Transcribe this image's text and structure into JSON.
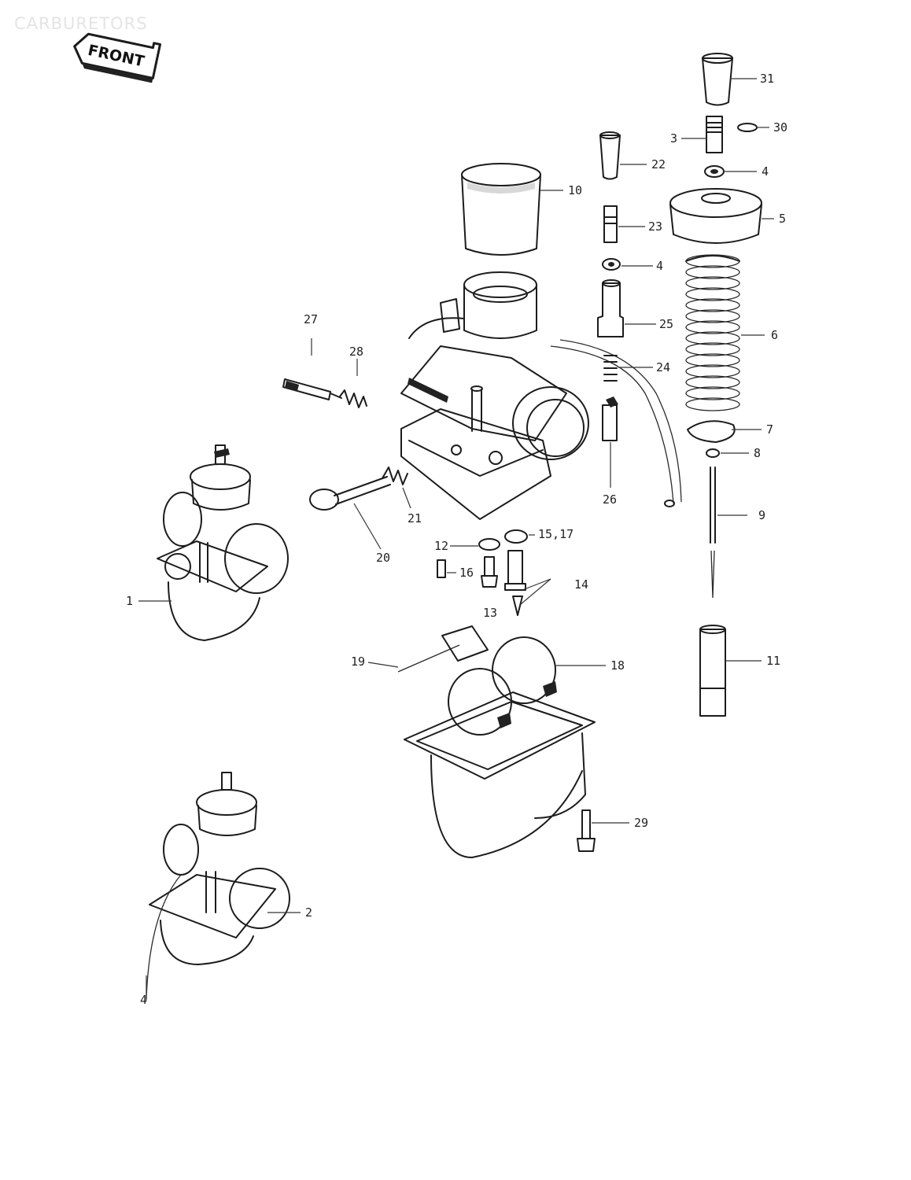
{
  "page": {
    "title": "CARBURETORS",
    "front_badge": "FRONT"
  },
  "callouts": [
    "31",
    "30",
    "3",
    "22",
    "4",
    "10",
    "23",
    "5",
    "4",
    "25",
    "27",
    "28",
    "24",
    "6",
    "7",
    "8",
    "26",
    "21",
    "20",
    "9",
    "12",
    "15,17",
    "16",
    "14",
    "13",
    "19",
    "18",
    "11",
    "1",
    "29",
    "2",
    "4"
  ]
}
